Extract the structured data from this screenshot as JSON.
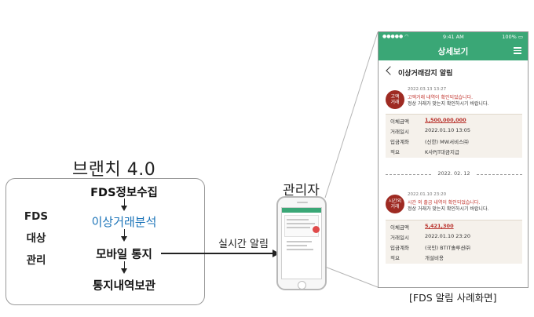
{
  "branch": {
    "title": "브랜치 4.0",
    "side_label": [
      "FDS",
      "대상",
      "관리"
    ],
    "steps": [
      "FDS정보수집",
      "이상거래분석",
      "모바일 통지",
      "통지내역보관"
    ]
  },
  "connector_label": "실시간 알림",
  "manager_label": "관리자",
  "phone": {
    "status_time": "9:41 AM",
    "status_battery": "100%",
    "header_title": "상세보기",
    "sub_title": "이상거래감지 알림",
    "divider_date": "2022. 02. 12",
    "alerts": [
      {
        "badge": [
          "고액",
          "거래"
        ],
        "time": "2022.03.13 13:27",
        "message_red": "고액거래 내역이 확인되었습니다.",
        "message_black": "정상 거래가 맞는지 확인하시기 바랍니다.",
        "details": [
          {
            "label": "이체금액",
            "value": "1,500,000,000"
          },
          {
            "label": "거래일시",
            "value": "2022.01.10  13:05"
          },
          {
            "label": "입금계좌",
            "value": "(신한) MW서비스㈜"
          },
          {
            "label": "적요",
            "value": "K사PJT대금지급"
          }
        ]
      },
      {
        "badge": [
          "시간외",
          "거래"
        ],
        "time": "2022.01.10 23:20",
        "message_red": "시간 외 출금 내역이 확인되었습니다.",
        "message_black": "정상 거래가 맞는지 확인하시기 바랍니다.",
        "details": [
          {
            "label": "이체금액",
            "value": "5,421,300"
          },
          {
            "label": "거래일시",
            "value": "2022.01.10  23:20"
          },
          {
            "label": "입금계좌",
            "value": "(국민) BTIT솔루션㈜"
          },
          {
            "label": "적요",
            "value": "개설비용"
          }
        ]
      }
    ]
  },
  "caption": "[FDS 알림 사례화면]",
  "colors": {
    "app_green": "#3aa776",
    "badge_red": "#9e2a22",
    "highlight_blue": "#1a73b8",
    "alert_red": "#c0312a"
  }
}
